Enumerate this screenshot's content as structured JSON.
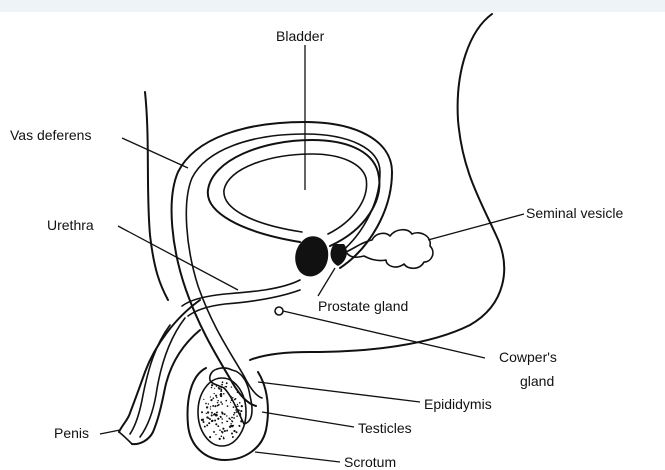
{
  "labels": {
    "bladder": "Bladder",
    "vas_deferens": "Vas deferens",
    "urethra": "Urethra",
    "seminal_vesicle": "Seminal vesicle",
    "prostate_gland": "Prostate gland",
    "cowpers_gland_line1": "Cowper's",
    "cowpers_gland_line2": "gland",
    "epididymis": "Epididymis",
    "penis": "Penis",
    "testicles": "Testicles",
    "scrotum": "Scrotum"
  }
}
